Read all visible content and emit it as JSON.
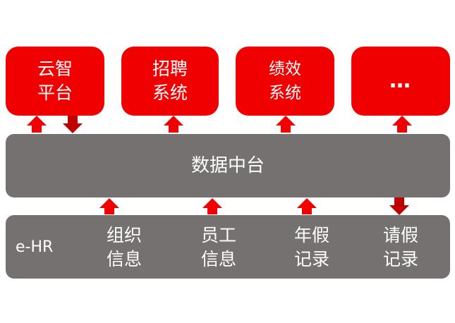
{
  "colors": {
    "accent": "#f00000",
    "bar": "#767171",
    "arrow_down": "#c00000"
  },
  "top_boxes": [
    {
      "label": "云智\n平台"
    },
    {
      "label": "招聘\n系统"
    },
    {
      "label": "绩效\n系统"
    },
    {
      "label": "…"
    }
  ],
  "middle": {
    "label": "数据中台"
  },
  "bottom": {
    "title": "e-HR",
    "items": [
      {
        "label": "组织\n信息"
      },
      {
        "label": "员工\n信息"
      },
      {
        "label": "年假\n记录"
      },
      {
        "label": "请假\n记录"
      }
    ]
  }
}
